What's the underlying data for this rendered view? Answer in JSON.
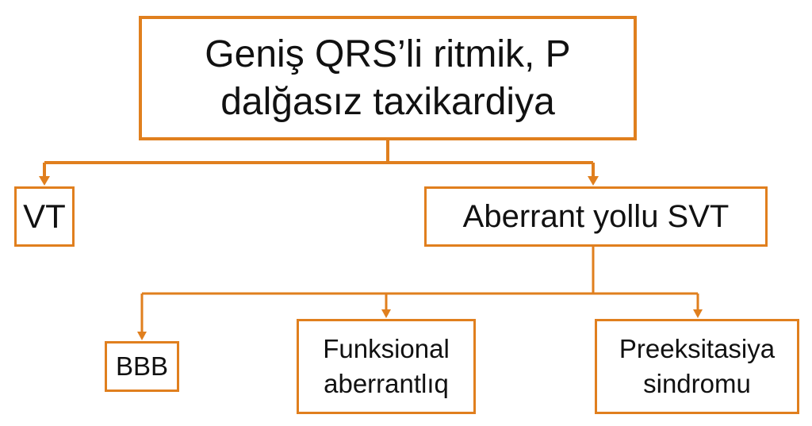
{
  "colors": {
    "accent": "#e07f1e",
    "text": "#111111",
    "background": "#ffffff"
  },
  "nodes": {
    "root": "Geniş QRS’li ritmik, P\ndalğasız taxikardiya",
    "vt": "VT",
    "svt": "Aberrant yollu SVT",
    "bbb": "BBB",
    "funksional": "Funksional\naberrantlıq",
    "preeksitasiya": "Preeksitasiya\nsindromu"
  }
}
